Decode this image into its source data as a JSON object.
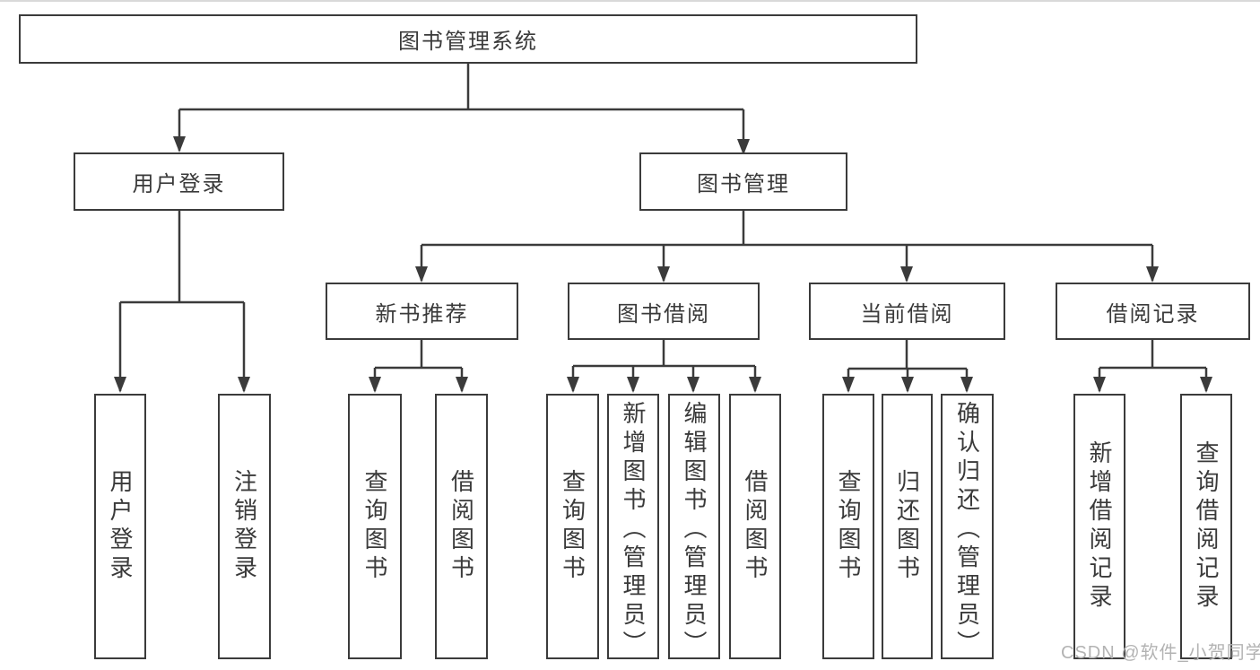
{
  "title": "图书管理系统",
  "watermark": {
    "text": "CSDN @软件_小贺同学"
  },
  "colors": {
    "line": "#3b3b3b",
    "text": "#3a3a3a",
    "background": "#ffffff",
    "watermark": "#b3b3b3"
  },
  "tree": {
    "root": "图书管理系统",
    "branches": [
      {
        "label": "用户登录",
        "children": [
          "用户登录",
          "注销登录"
        ]
      },
      {
        "label": "图书管理",
        "sections": [
          {
            "label": "新书推荐",
            "children": [
              "查询图书",
              "借阅图书"
            ]
          },
          {
            "label": "图书借阅",
            "children": [
              "查询图书",
              "新增图书（管理员）",
              "编辑图书（管理员）",
              "借阅图书"
            ]
          },
          {
            "label": "当前借阅",
            "children": [
              "查询图书",
              "归还图书",
              "确认归还（管理员）"
            ]
          },
          {
            "label": "借阅记录",
            "children": [
              "新增借阅记录",
              "查询借阅记录"
            ]
          }
        ]
      }
    ]
  }
}
